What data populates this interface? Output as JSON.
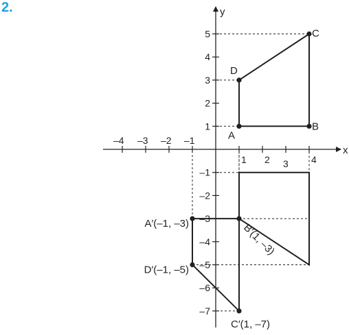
{
  "problem_number": "2.",
  "axes": {
    "x_label": "x",
    "y_label": "y",
    "x_ticks": [
      {
        "value": -4,
        "label": "–4"
      },
      {
        "value": -3,
        "label": "–3"
      },
      {
        "value": -2,
        "label": "–2"
      },
      {
        "value": -1,
        "label": "–1"
      },
      {
        "value": 1,
        "label": "1"
      },
      {
        "value": 2,
        "label": "2"
      },
      {
        "value": 3,
        "label": "3"
      },
      {
        "value": 4,
        "label": "4"
      }
    ],
    "y_ticks": [
      {
        "value": 5,
        "label": "5"
      },
      {
        "value": 4,
        "label": "4"
      },
      {
        "value": 3,
        "label": "3"
      },
      {
        "value": 2,
        "label": "2"
      },
      {
        "value": 1,
        "label": "1"
      },
      {
        "value": -1,
        "label": "–1"
      },
      {
        "value": -2,
        "label": "–2"
      },
      {
        "value": -3,
        "label": "–3"
      },
      {
        "value": -4,
        "label": "–4"
      },
      {
        "value": -5,
        "label": "–5"
      },
      {
        "value": -6,
        "label": "–6"
      },
      {
        "value": -7,
        "label": "–7"
      }
    ]
  },
  "original_points": [
    {
      "name": "A",
      "x": 1,
      "y": 1
    },
    {
      "name": "B",
      "x": 4,
      "y": 1
    },
    {
      "name": "C",
      "x": 4,
      "y": 5
    },
    {
      "name": "D",
      "x": 1,
      "y": 3
    }
  ],
  "image_points": [
    {
      "name": "A′",
      "label": "A′(–1, –3)",
      "x": -1,
      "y": -3
    },
    {
      "name": "B′",
      "label": "B′(1, –3)",
      "x": 1,
      "y": -3
    },
    {
      "name": "C′",
      "label": "C′(1, –7)",
      "x": 1,
      "y": -7
    },
    {
      "name": "D′",
      "label": "D′(–1, –5)",
      "x": -1,
      "y": -5
    }
  ],
  "intermediate_shape": [
    {
      "x": 1,
      "y": -1
    },
    {
      "x": 4,
      "y": -1
    },
    {
      "x": 4,
      "y": -5
    },
    {
      "x": 1,
      "y": -3
    }
  ],
  "colors": {
    "accent": "#1aa3df",
    "ink": "#231f20"
  }
}
